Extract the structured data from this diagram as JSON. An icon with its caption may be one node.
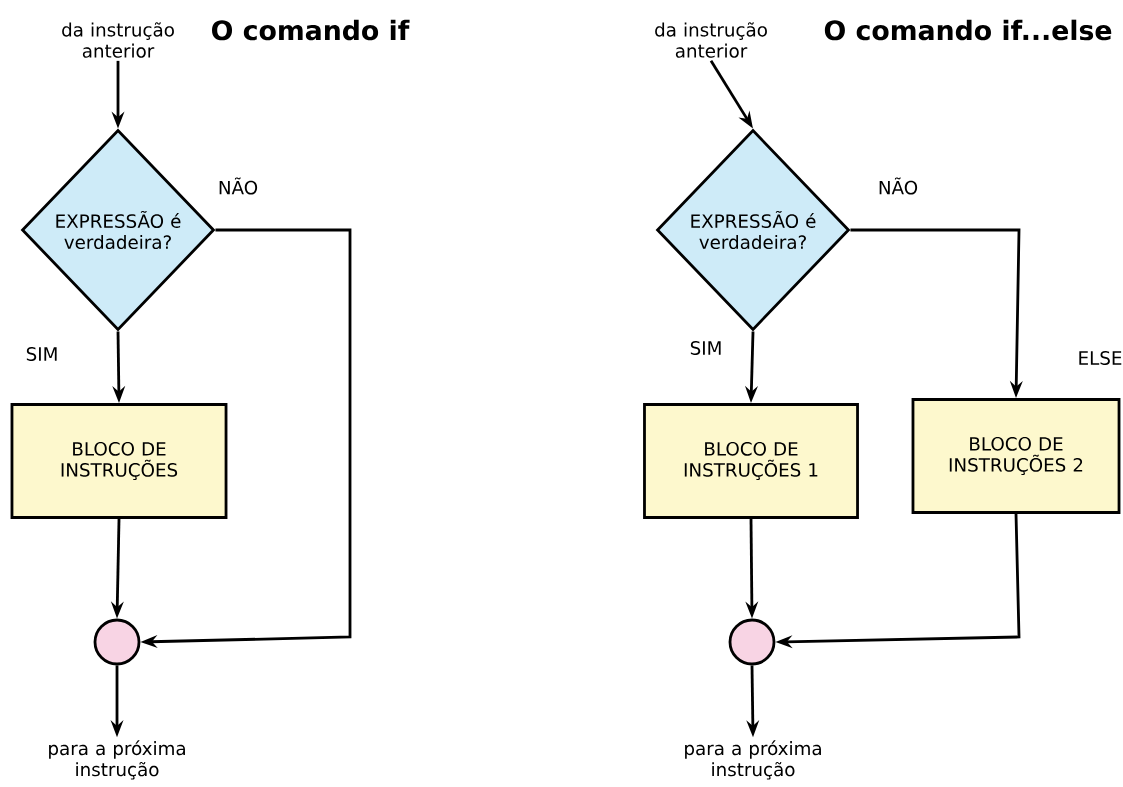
{
  "diagram": {
    "nodes": [
      {
        "text": [
          "da instrução anterior"
        ]
      },
      {
        "text": [
          "EXPRESSÃO é verdadeira?"
        ]
      },
      {
        "text": [
          "BLOCO DE INSTRUÇÕES"
        ]
      },
      {
        "text": [],
        "shape": "circle"
      },
      {
        "text": [
          "para a próxima instrução"
        ]
      },
      {
        "text": [
          "da instrução anterior"
        ]
      },
      {
        "text": [
          "EXPRESSÃO é verdadeira?"
        ]
      },
      {
        "text": [
          "BLOCO DE INSTRUÇÕES 1"
        ]
      },
      {
        "text": [
          "BLOCO DE INSTRUÇÕES 2"
        ]
      },
      {
        "text": [],
        "shape": "circle"
      },
      {
        "text": [
          "para a próxima instrução"
        ]
      }
    ],
    "edges": [
      {
        "from": 0,
        "to": 1,
        "arrow": "to"
      },
      {
        "from": 1,
        "to": 2,
        "arrow": "to",
        "label": "SIM"
      },
      {
        "from": 1,
        "to": 3,
        "arrow": "to",
        "label": "NÃO"
      },
      {
        "from": 2,
        "to": 3,
        "arrow": "to"
      },
      {
        "from": 3,
        "to": 4,
        "arrow": "to"
      },
      {
        "from": 5,
        "to": 6,
        "arrow": "to"
      },
      {
        "from": 6,
        "to": 7,
        "arrow": "to",
        "label": "SIM"
      },
      {
        "from": 6,
        "to": 8,
        "arrow": "to",
        "label": "NÃO"
      },
      {
        "from": 7,
        "to": 9,
        "arrow": "to"
      },
      {
        "from": 8,
        "to": 9,
        "arrow": "to"
      },
      {
        "from": 9,
        "to": 10,
        "arrow": "to"
      }
    ],
    "labels": [
      "O comando if",
      "O comando if...else",
      "ELSE"
    ]
  }
}
